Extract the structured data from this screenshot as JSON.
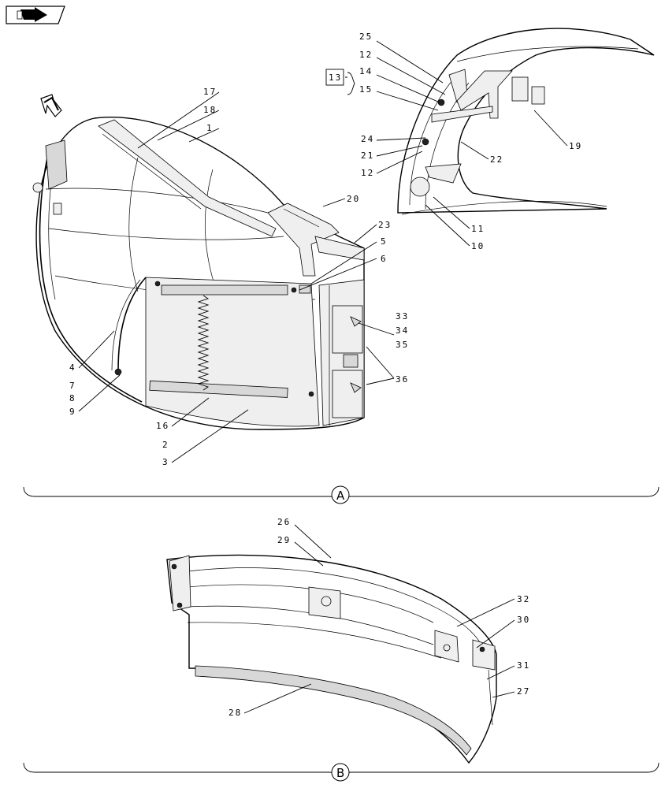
{
  "section_a": {
    "marker": "A",
    "callouts": [
      "25",
      "12",
      "14",
      "15",
      "13",
      "17",
      "18",
      "1",
      "24",
      "21",
      "12",
      "22",
      "19",
      "20",
      "23",
      "5",
      "6",
      "11",
      "10",
      "33",
      "34",
      "35",
      "36",
      "4",
      "7",
      "8",
      "9",
      "16",
      "2",
      "3"
    ]
  },
  "section_b": {
    "marker": "B",
    "callouts": [
      "26",
      "29",
      "32",
      "30",
      "31",
      "27",
      "28"
    ]
  },
  "icons": {
    "nav_icon": "arrow-right-icon",
    "direction_icon": "forward-arrow-icon"
  }
}
